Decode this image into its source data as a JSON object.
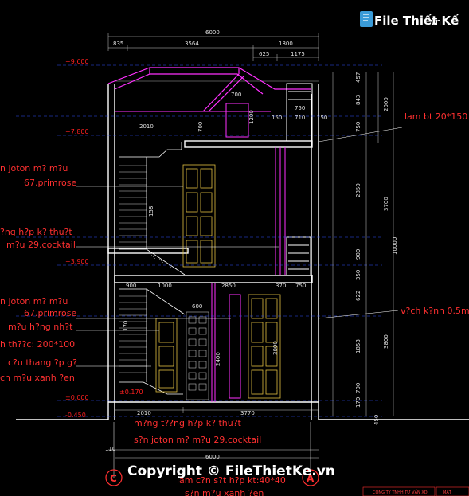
{
  "logo": {
    "text": "File Thiết Kế",
    "domain": ".vn"
  },
  "watermark": "Copyright © FileThietKe.vn",
  "dimensions_top": {
    "total": "6000",
    "seg1": "835",
    "seg2": "3564",
    "seg3": "1800",
    "sub1": "625",
    "sub2": "1175"
  },
  "dimensions_inner": {
    "d700": "700",
    "d750": "750",
    "d150a": "150",
    "d710": "710",
    "d150b": "150",
    "d2010": "2010",
    "d700v": "700",
    "d1200": "1200",
    "d158": "158",
    "d900": "900",
    "d1000": "1000",
    "d2850": "2850",
    "d370": "370",
    "d750b": "750",
    "d600": "600",
    "d170": "170",
    "d2400": "2400",
    "d3000": "3000"
  },
  "dimensions_bottom": {
    "b2010": "2010",
    "b3770": "3770",
    "b6000": "6000",
    "b110": "110"
  },
  "dimensions_right": {
    "r457": "457",
    "r843": "843",
    "r750": "750",
    "r2000": "2000",
    "r2850": "2850",
    "r3700": "3700",
    "r900": "900",
    "r350": "350",
    "r622": "622",
    "r1858": "1858",
    "r3800": "3800",
    "r700": "700",
    "r170": "170",
    "r10000": "10000",
    "r450": "450"
  },
  "levels": {
    "l1": "+9.600",
    "l2": "+7.800",
    "l3": "+3.900",
    "l4": "±0.000",
    "l5": "-0.450",
    "l6": "±0.170"
  },
  "notes": {
    "n1": "n joton m? m?u",
    "n2": "67.primrose",
    "n3": "?ng h?p k? thu?t",
    "n4": "m?u 29.cocktail",
    "n5": "n joton m? m?u",
    "n6": "67.primrose",
    "n7": "m?u h?ng nh?t",
    "n8": "h th??c: 200*100",
    "n9": "c?u thang ?p g?",
    "n10": "ch m?u xanh ?en",
    "n11": "m?ng t??ng h?p k? thu?t",
    "n12": "s?n joton m? m?u 29.cocktail",
    "n13": "lam c?n s?t h?p kt:40*40",
    "n14": "s?n m?u xanh ?en",
    "right1": "lam bt 20*150",
    "right2": "v?ch k?nh 0.5m"
  },
  "axes": {
    "left": "C",
    "right": "A"
  },
  "title_block": {
    "t1": "CÔNG TY TNHH TƯ VẤN XD",
    "t2": "MẶT"
  }
}
